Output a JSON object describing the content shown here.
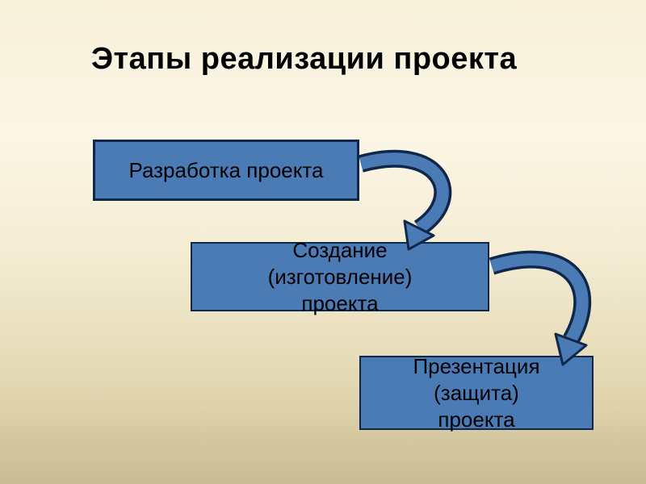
{
  "slide": {
    "title": "Этапы реализации проекта",
    "stages": [
      {
        "name": "development",
        "lines": [
          "Разработка проекта"
        ]
      },
      {
        "name": "creation",
        "lines": [
          "Создание",
          "(изготовление)",
          "проекта"
        ]
      },
      {
        "name": "presentation",
        "lines": [
          "Презентация",
          "(защита)",
          "проекта"
        ]
      }
    ],
    "arrows": [
      {
        "name": "development-to-creation"
      },
      {
        "name": "creation-to-presentation"
      }
    ],
    "colors": {
      "box_fill": "#4a7bb5",
      "box_border": "#11274a",
      "arrow_fill": "#4a7bb5",
      "arrow_outline": "#11274a",
      "background_top": "#f7f1d9",
      "background_bottom": "#c9bb92",
      "title_color": "#000000",
      "box_text_color": "#000000"
    }
  }
}
